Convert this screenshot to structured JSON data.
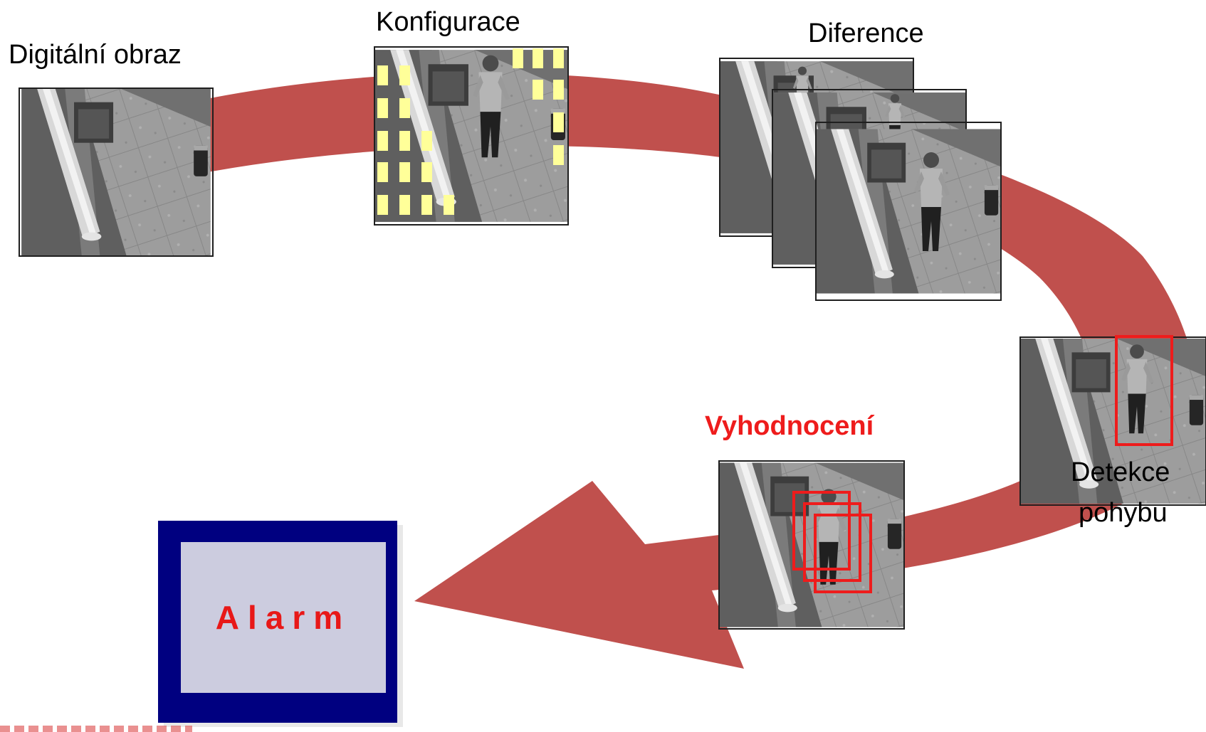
{
  "labels": {
    "digital_image": "Digitální obraz",
    "configuration": "Konfigurace",
    "difference": "Diference",
    "evaluation": "Vyhodnocení",
    "detection_line1": "Detekce",
    "detection_line2": "pohybu",
    "alarm": "Alarm"
  },
  "colors": {
    "arrow": "#c0504d",
    "alarm_border": "#000080",
    "alarm_fill": "#ccccdf",
    "alarm_text": "#e81818",
    "highlight_text": "#ee1c1c",
    "config_marker": "#ffff99",
    "detection_box": "#ee1c1c"
  }
}
